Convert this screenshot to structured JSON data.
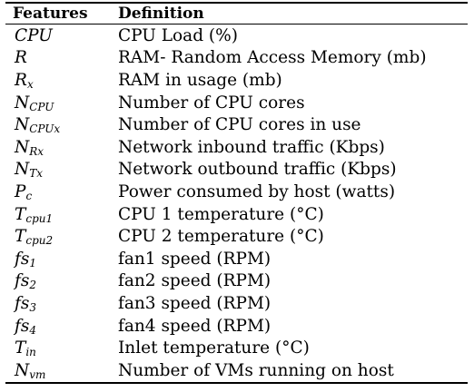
{
  "table": {
    "headers": [
      "Features",
      "Definition"
    ],
    "rows": [
      {
        "symbol": "CPU",
        "sub": "",
        "definition": "CPU Load (%)"
      },
      {
        "symbol": "R",
        "sub": "",
        "definition": "RAM- Random Access Memory (mb)"
      },
      {
        "symbol": "R",
        "sub": "x",
        "definition": "RAM in usage (mb)"
      },
      {
        "symbol": "N",
        "sub": "CPU",
        "definition": "Number of CPU cores"
      },
      {
        "symbol": "N",
        "sub": "CPUx",
        "definition": "Number of CPU cores in use"
      },
      {
        "symbol": "N",
        "sub": "Rx",
        "definition": "Network inbound traffic (Kbps)"
      },
      {
        "symbol": "N",
        "sub": "Tx",
        "definition": "Network outbound traffic (Kbps)"
      },
      {
        "symbol": "P",
        "sub": "c",
        "definition": "Power consumed by host (watts)"
      },
      {
        "symbol": "T",
        "sub": "cpu1",
        "definition": "CPU 1 temperature (°C)"
      },
      {
        "symbol": "T",
        "sub": "cpu2",
        "definition": "CPU 2 temperature (°C)"
      },
      {
        "symbol": "fs",
        "sub": "1",
        "definition": "fan1 speed (RPM)"
      },
      {
        "symbol": "fs",
        "sub": "2",
        "definition": "fan2 speed (RPM)"
      },
      {
        "symbol": "fs",
        "sub": "3",
        "definition": "fan3 speed (RPM)"
      },
      {
        "symbol": "fs",
        "sub": "4",
        "definition": "fan4 speed (RPM)"
      },
      {
        "symbol": "T",
        "sub": "in",
        "definition": "Inlet temperature (°C)"
      },
      {
        "symbol": "N",
        "sub": "vm",
        "definition": "Number of VMs running on host"
      }
    ]
  }
}
